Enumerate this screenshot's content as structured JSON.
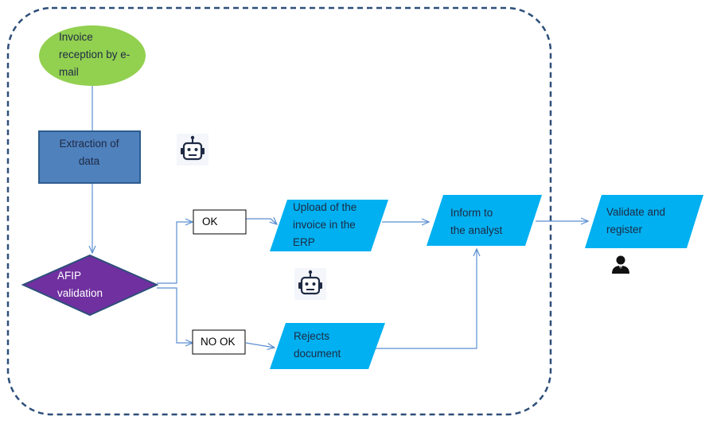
{
  "nodes": {
    "invoice_reception": {
      "text": "Invoice reception by e-mail",
      "lines": [
        "Invoice",
        "reception by e-",
        "mail"
      ],
      "fill": "#92d050"
    },
    "extraction": {
      "text": "Extraction of data",
      "lines": [
        "Extraction of",
        "data"
      ],
      "fill": "#4f81bd"
    },
    "afip_validation": {
      "text": "AFIP validation",
      "lines": [
        "AFIP",
        "validation"
      ],
      "fill": "#7030a0"
    },
    "ok": {
      "text": "OK"
    },
    "no_ok": {
      "text": "NO OK"
    },
    "upload_erp": {
      "text": "Upload of the invoice in the ERP",
      "lines": [
        "Upload of the",
        "invoice in the",
        "ERP"
      ],
      "fill": "#00b0f0"
    },
    "rejects_document": {
      "text": "Rejects document",
      "lines": [
        "Rejects",
        "document"
      ],
      "fill": "#00b0f0"
    },
    "inform_analyst": {
      "text": "Inform to the analyst",
      "lines": [
        "Inform to",
        "the analyst"
      ],
      "fill": "#00b0f0"
    },
    "validate_register": {
      "text": "Validate and register",
      "lines": [
        "Validate and",
        "register"
      ],
      "fill": "#00b0f0"
    }
  },
  "icons": {
    "robot": "robot-icon",
    "person": "person-icon"
  },
  "colors": {
    "boundary": "#2e4f7a",
    "connector": "#5b8fd1"
  }
}
